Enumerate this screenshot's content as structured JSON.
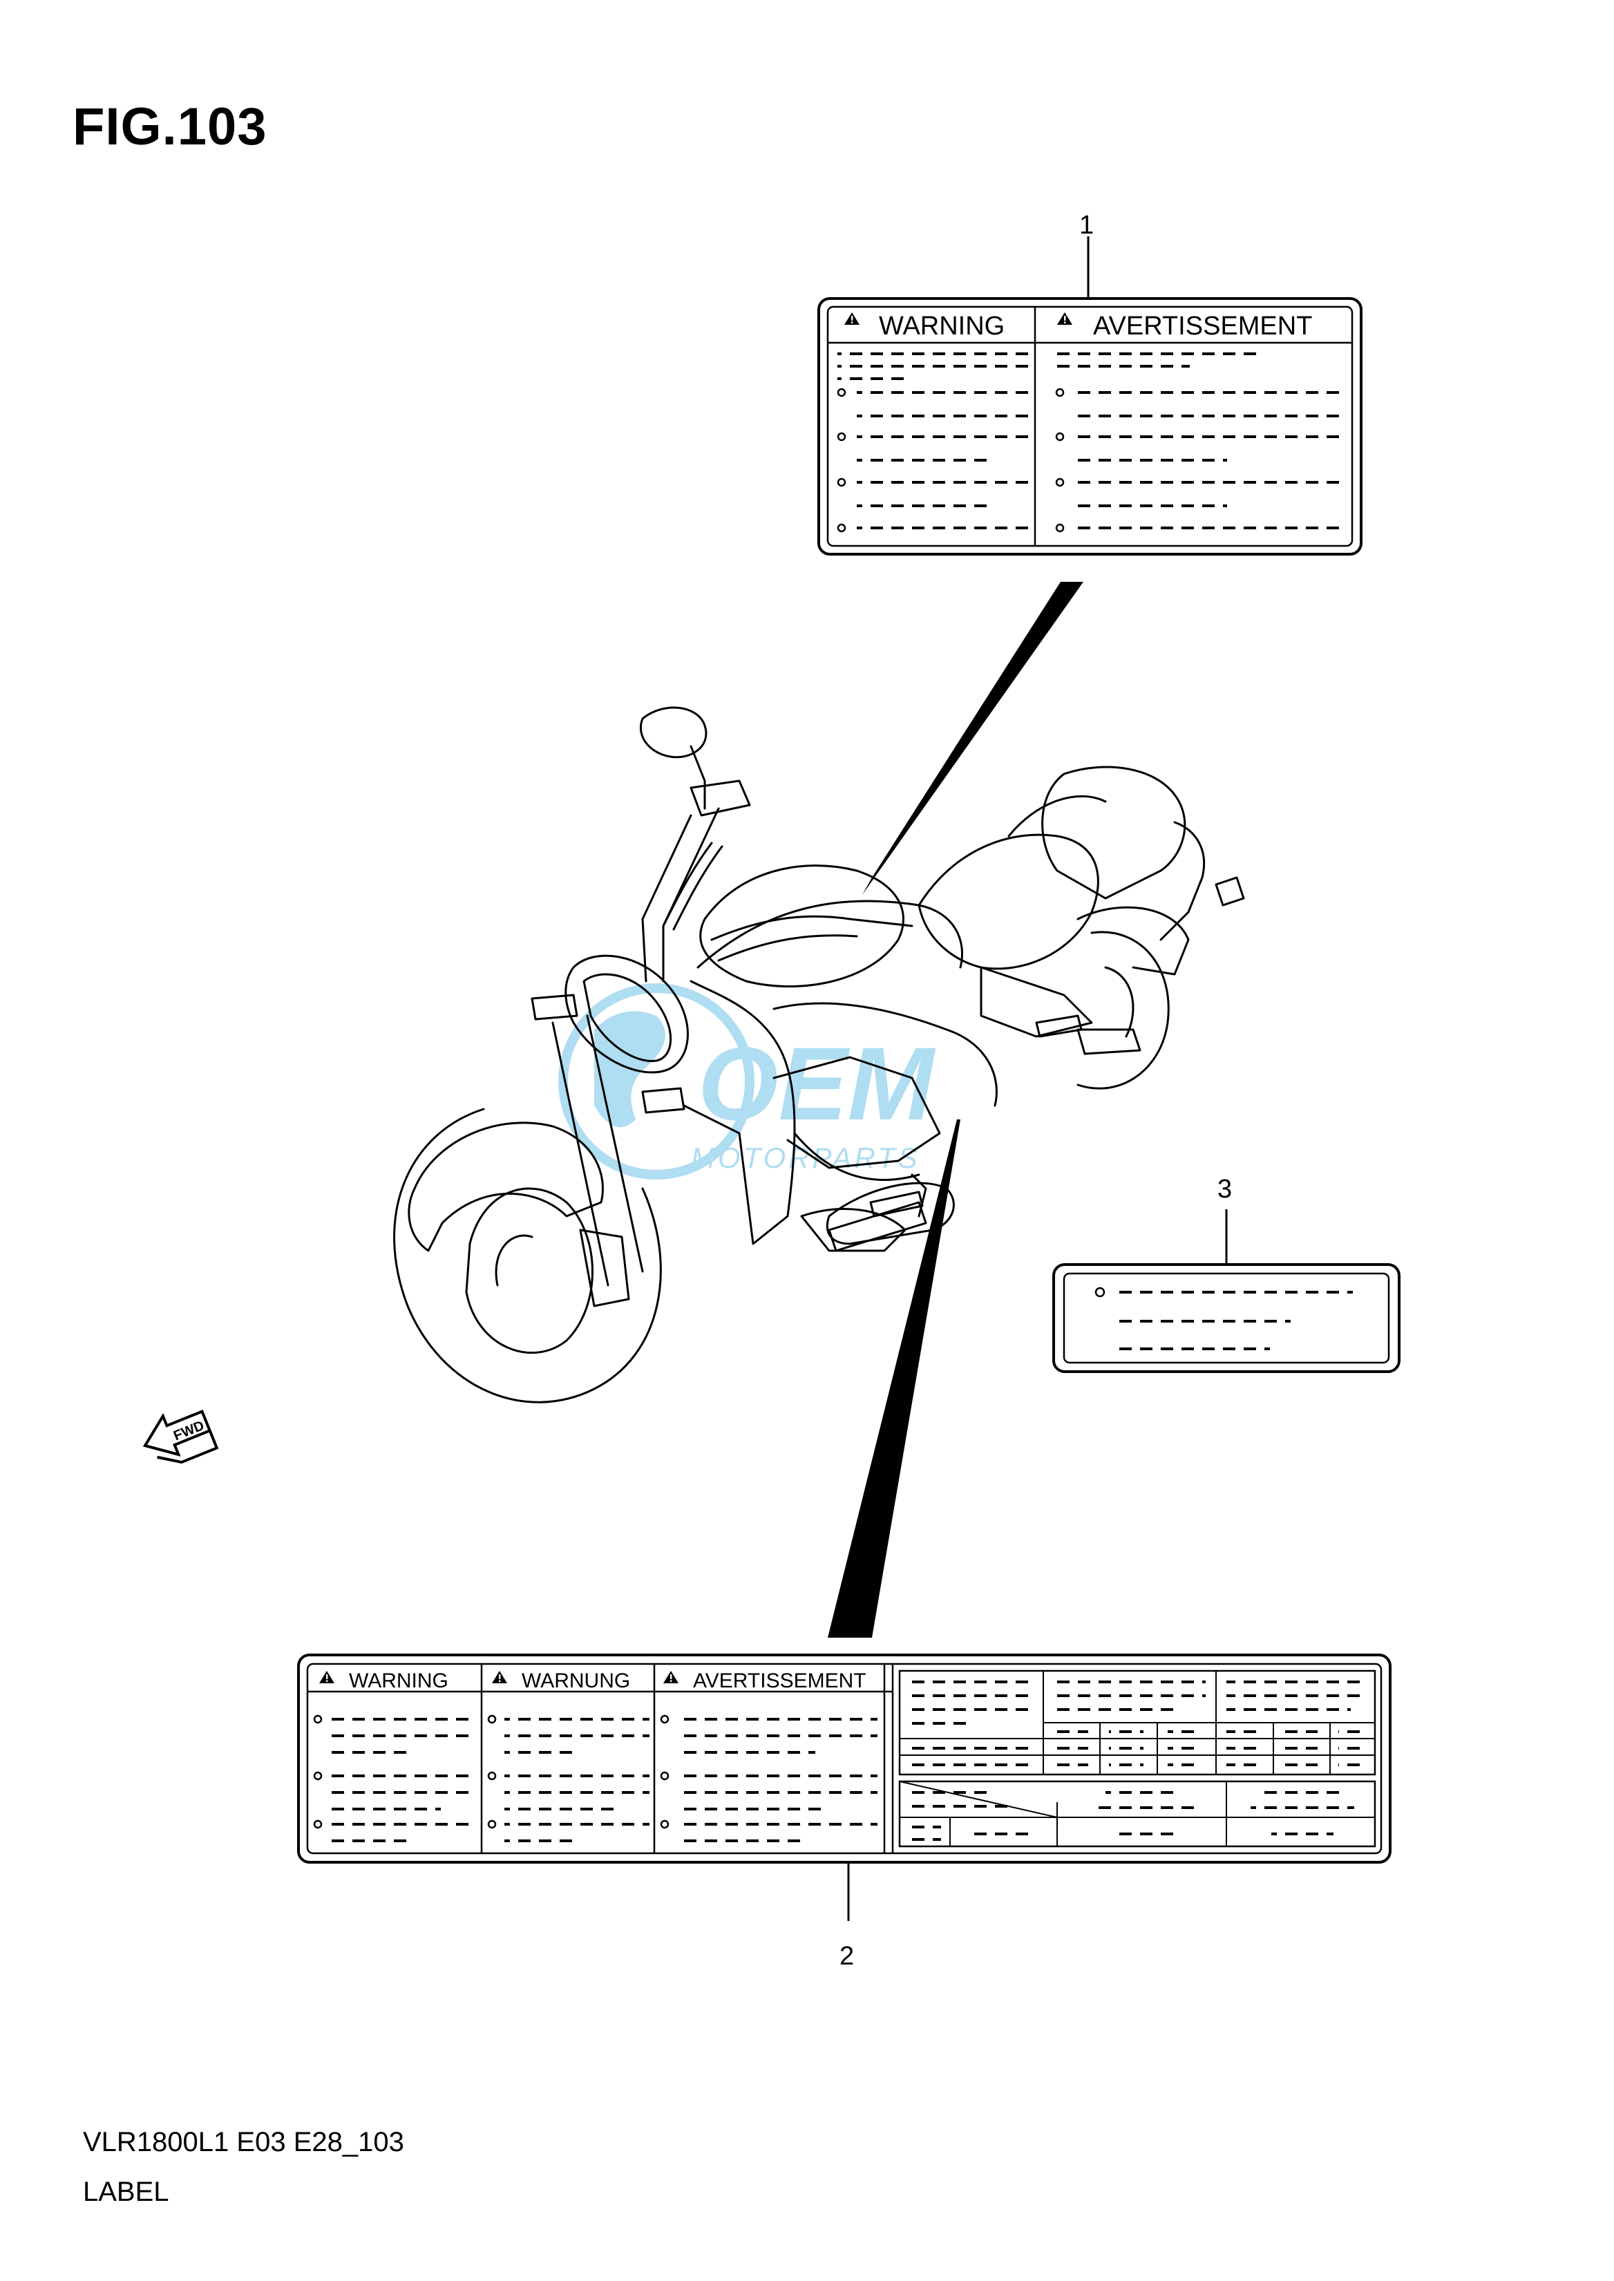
{
  "figure": {
    "title": "FIG.103",
    "code": "VLR1800L1 E03 E28_103",
    "name": "LABEL"
  },
  "callouts": [
    {
      "number": "1"
    },
    {
      "number": "2"
    },
    {
      "number": "3"
    }
  ],
  "label1": {
    "headers": [
      "WARNING",
      "AVERTISSEMENT"
    ]
  },
  "label2": {
    "headers": [
      "WARNING",
      "WARNUNG",
      "AVERTISSEMENT"
    ]
  },
  "fwd_arrow": {
    "text": "FWD"
  },
  "watermark": {
    "brand": "OEM",
    "sub": "MOTORPARTS",
    "color": "#6fc3e8"
  },
  "icons": [
    "warning-triangle-icon",
    "fwd-arrow-icon",
    "motorcycle-illustration"
  ]
}
